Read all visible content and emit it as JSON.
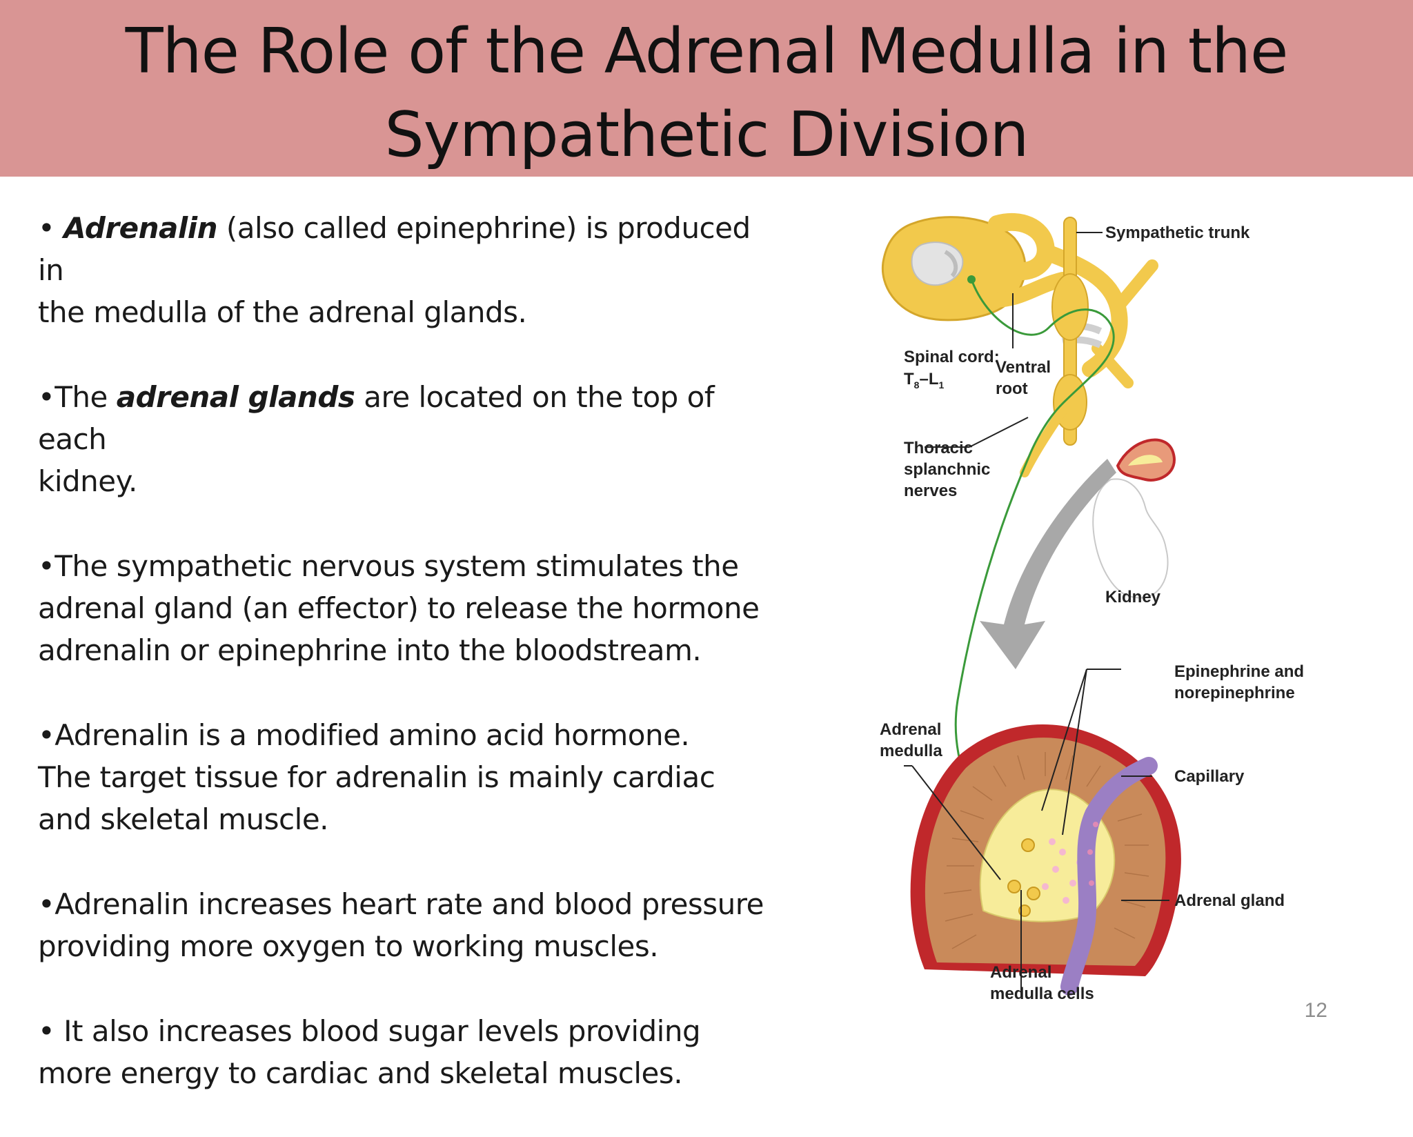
{
  "slide": {
    "title_line1": "The Role of the Adrenal Medulla in the",
    "title_line2": "Sympathetic Division",
    "page_number": "12"
  },
  "paragraphs": [
    {
      "prefix": "• ",
      "emphasis": "Adrenalin",
      "rest_line1": " (also called epinephrine) is produced in",
      "line2": "the medulla of the adrenal glands."
    },
    {
      "prefix": "•The ",
      "emphasis": "adrenal glands",
      "rest_line1": " are located on the top of each",
      "line2": "kidney."
    },
    {
      "line1": "•The sympathetic nervous system stimulates the",
      "line2": "adrenal gland (an effector) to release the hormone",
      "line3": "adrenalin or epinephrine into the bloodstream."
    },
    {
      "line1": "•Adrenalin is a modified amino acid hormone.",
      "line2": "The target tissue for adrenalin is mainly cardiac",
      "line3": "and skeletal muscle."
    },
    {
      "line1": "•Adrenalin increases heart rate and blood pressure",
      "line2": "providing more oxygen to working muscles."
    },
    {
      "line1": "• It also increases blood sugar levels providing",
      "line2": "more energy to cardiac and skeletal muscles."
    }
  ],
  "diagram": {
    "labels": {
      "sympathetic_trunk": "Sympathetic trunk",
      "spinal_cord": "Spinal cord:",
      "spinal_segments_t": "T",
      "spinal_segments_sub8": "8",
      "spinal_segments_dash": "–L",
      "spinal_segments_sub1": "1",
      "ventral": "Ventral",
      "root": "root",
      "thoracic": "Thoracic",
      "splanchnic": "splanchnic",
      "nerves": "nerves",
      "kidney": "Kidney",
      "epinephrine_and": "Epinephrine and",
      "norepinephrine": "norepinephrine",
      "adrenal": "Adrenal",
      "medulla": "medulla",
      "capillary": "Capillary",
      "adrenal_gland": "Adrenal gland",
      "adrenal_cells_1": "Adrenal",
      "adrenal_cells_2": "medulla cells"
    },
    "colors": {
      "nerve_yellow": "#f2c94c",
      "nerve_green": "#3a9a3a",
      "cortex_brown": "#c98a5a",
      "capsule_red": "#c0282b",
      "medulla_yellow": "#f7ec9a",
      "capillary_purple": "#9b7fc4",
      "arrow_gray": "#a8a8a8"
    }
  }
}
